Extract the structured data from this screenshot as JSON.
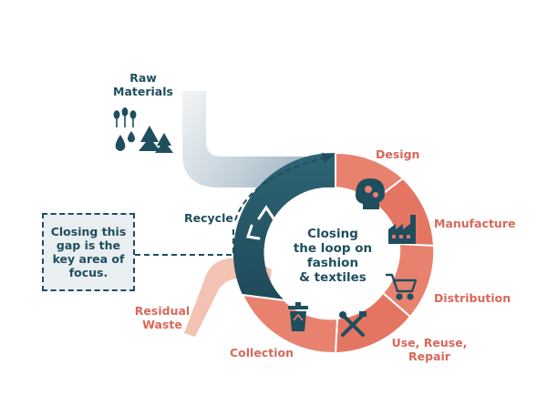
{
  "labels": {
    "raw_materials": "Raw\nMaterials",
    "recycle": "Recycle",
    "design": "Design",
    "manufacture": "Manufacture",
    "distribution": "Distribution",
    "use_reuse_repair": "Use, Reuse,\nRepair",
    "collection": "Collection",
    "residual_waste": "Residual\nWaste"
  },
  "center": "Closing\nthe loop on\nfashion\n& textiles",
  "callout": "Closing this\ngap is the\nkey area of\nfocus.",
  "icons": [
    "wheat-icon",
    "water-drop-icon",
    "pine-trees-icon",
    "recycle-icon",
    "brain-gear-icon",
    "factory-icon",
    "shopping-cart-icon",
    "tools-icon",
    "recycling-bin-icon"
  ],
  "colors": {
    "dark_teal": "#1f4e5f",
    "coral": "#d9685a",
    "coral_light": "#e8826f",
    "peach": "#f2c2b3",
    "flow_light": "#dfe7ec"
  }
}
